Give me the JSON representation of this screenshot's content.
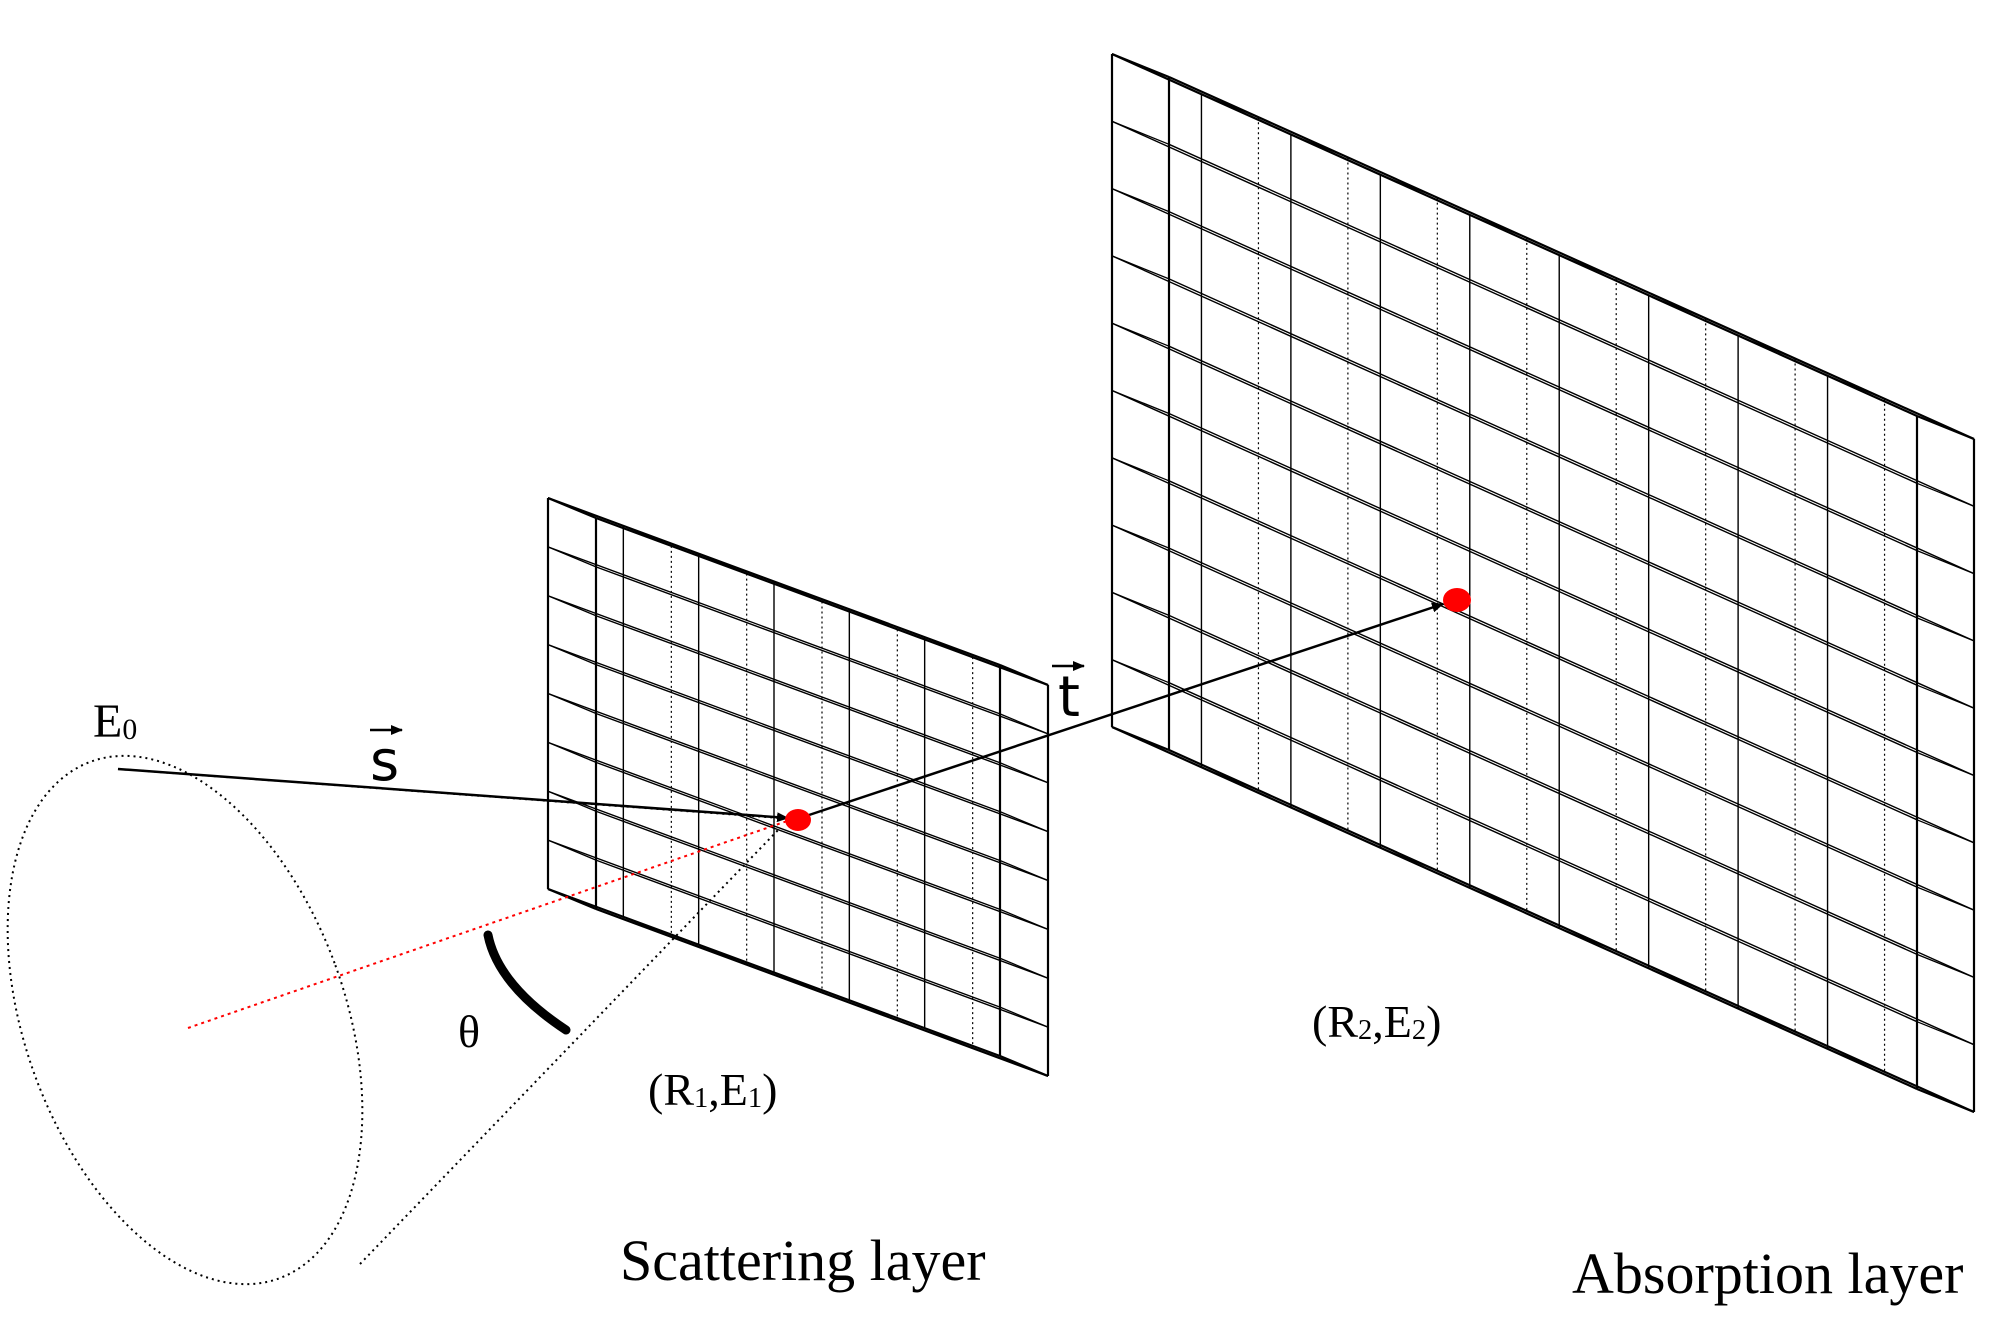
{
  "labels": {
    "source_energy": "E",
    "source_energy_sub": "0",
    "incident_vector": "s",
    "scattered_vector": "t",
    "angle": "θ",
    "scatter_point": "(R1,E1)",
    "scatter_point_r": "(R",
    "scatter_point_r_sub": "1",
    "scatter_point_e": ",E",
    "scatter_point_e_sub": "1",
    "scatter_point_close": ")",
    "absorb_point_r": "(R",
    "absorb_point_r_sub": "2",
    "absorb_point_e": ",E",
    "absorb_point_e_sub": "2",
    "absorb_point_close": ")",
    "scattering_layer": "Scattering layer",
    "absorption_layer": "Absorption layer"
  },
  "colors": {
    "line": "#000000",
    "interaction_point": "#ff0000",
    "beam_axis": "#ff0000"
  }
}
